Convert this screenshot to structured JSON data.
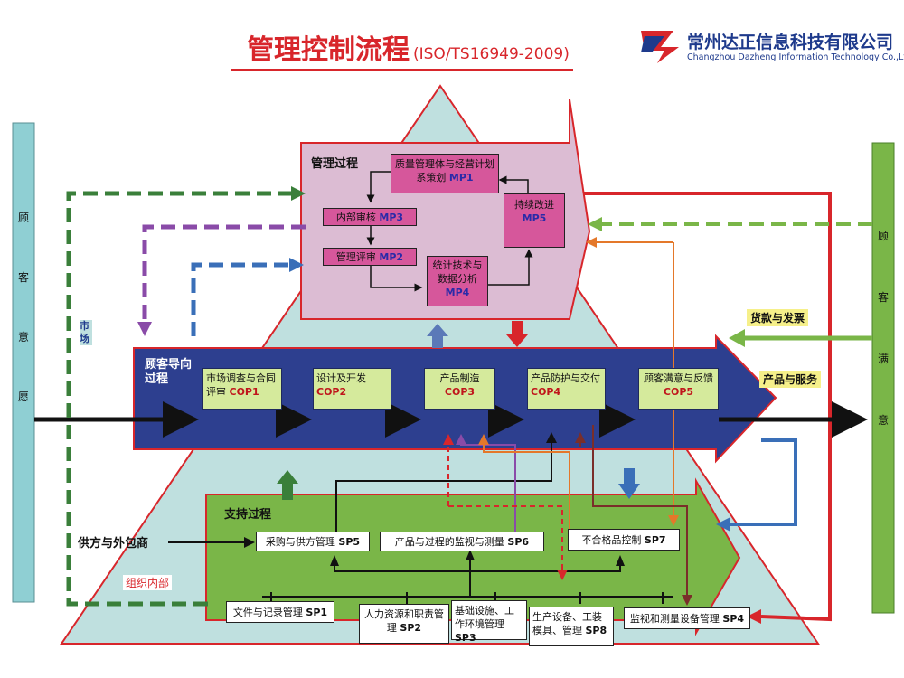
{
  "header": {
    "title": "管理控制流程",
    "subtitle": "(ISO/TS16949-2009)",
    "company_cn": "常州达正信息科技有限公司",
    "company_en": "Changzhou Dazheng Information Technology Co.,Ltd"
  },
  "left_column": [
    "顾",
    "客",
    "意",
    "愿"
  ],
  "right_column": [
    "顾",
    "客",
    "满",
    "意"
  ],
  "labels": {
    "market": "市场",
    "payment": "货款与发票",
    "product_service": "产品与服务",
    "supplier": "供方与外包商",
    "org_internal": "组织内部"
  },
  "management": {
    "heading": "管理过程",
    "mp1": {
      "text": "质量管理体与经营计划系策划",
      "code": "MP1"
    },
    "mp3": {
      "text": "内部审核",
      "code": "MP3"
    },
    "mp2": {
      "text": "管理评审",
      "code": "MP2"
    },
    "mp4": {
      "text": "统计技术与数据分析",
      "code": "MP4"
    },
    "mp5": {
      "text": "持续改进",
      "code": "MP5"
    }
  },
  "customer": {
    "heading": "顾客导向过程",
    "cop1": {
      "text": "市场调查与合同评审",
      "code": "COP1"
    },
    "cop2": {
      "text": "设计及开发",
      "code": "COP2"
    },
    "cop3": {
      "text": "产品制造",
      "code": "COP3"
    },
    "cop4": {
      "text": "产品防护与交付",
      "code": "COP4"
    },
    "cop5": {
      "text": "顾客满意与反馈",
      "code": "COP5"
    }
  },
  "support": {
    "heading": "支持过程",
    "sp5": {
      "text": "采购与供方管理",
      "code": "SP5"
    },
    "sp6": {
      "text": "产品与过程的监视与测量",
      "code": "SP6"
    },
    "sp7": {
      "text": "不合格品控制",
      "code": "SP7"
    },
    "sp1": {
      "text": "文件与记录管理",
      "code": "SP1"
    },
    "sp2": {
      "text": "人力资源和职责管理",
      "code": "SP2"
    },
    "sp3": {
      "text": "基础设施、工作环境管理",
      "code": "SP3"
    },
    "sp8": {
      "text": "生产设备、工装模具、管理",
      "code": "SP8"
    },
    "sp4": {
      "text": "监视和测量设备管理",
      "code": "SP4"
    }
  },
  "colors": {
    "title_red": "#d8262b",
    "customer_band": "#2d3f8f",
    "mgmt_fill": "#dcbcd3",
    "support_fill": "#7ab648",
    "triangle_fill": "#bfe0df",
    "side_left": "#8fcfd3",
    "side_right": "#7ab648"
  }
}
